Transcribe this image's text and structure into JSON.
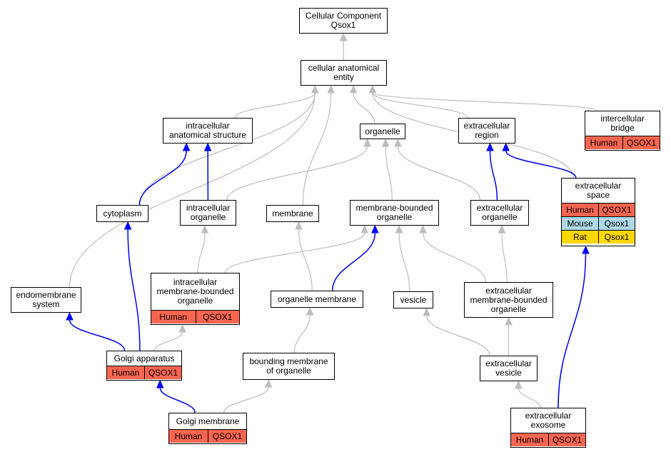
{
  "colors": {
    "human": "#f96550",
    "mouse": "#add8e6",
    "rat": "#ffd700",
    "direct_edge": "#0000ff",
    "indirect_edge": "#bdbdbd"
  },
  "nodes": [
    {
      "id": "root",
      "label": "Cellular Component\nQsox1",
      "species": []
    },
    {
      "id": "cae",
      "label": "cellular anatomical\nentity",
      "species": []
    },
    {
      "id": "ias",
      "label": "intracellular\nanatomical structure",
      "species": []
    },
    {
      "id": "organelle",
      "label": "organelle",
      "species": []
    },
    {
      "id": "exreg",
      "label": "extracellular\nregion",
      "species": []
    },
    {
      "id": "icbridge",
      "label": "intercellular\nbridge",
      "species": [
        {
          "org": "Human",
          "gene": "QSOX1"
        }
      ]
    },
    {
      "id": "cytoplasm",
      "label": "cytoplasm",
      "species": []
    },
    {
      "id": "icorg",
      "label": "intracellular\norganelle",
      "species": []
    },
    {
      "id": "membrane",
      "label": "membrane",
      "species": []
    },
    {
      "id": "mbo",
      "label": "membrane-bounded\norganelle",
      "species": []
    },
    {
      "id": "exorg",
      "label": "extracellular\norganelle",
      "species": []
    },
    {
      "id": "exspace",
      "label": "extracellular\nspace",
      "species": [
        {
          "org": "Human",
          "gene": "QSOX1"
        },
        {
          "org": "Mouse",
          "gene": "Qsox1"
        },
        {
          "org": "Rat",
          "gene": "Qsox1"
        }
      ]
    },
    {
      "id": "endo",
      "label": "endomembrane\nsystem",
      "species": []
    },
    {
      "id": "imbo",
      "label": "intracellular\nmembrane-bounded\norganelle",
      "species": [
        {
          "org": "Human",
          "gene": "QSOX1"
        }
      ]
    },
    {
      "id": "orgmem",
      "label": "organelle membrane",
      "species": []
    },
    {
      "id": "vesicle",
      "label": "vesicle",
      "species": []
    },
    {
      "id": "embo",
      "label": "extracellular\nmembrane-bounded\norganelle",
      "species": []
    },
    {
      "id": "golgi",
      "label": "Golgi apparatus",
      "species": [
        {
          "org": "Human",
          "gene": "QSOX1"
        }
      ]
    },
    {
      "id": "bmo",
      "label": "bounding membrane\nof organelle",
      "species": []
    },
    {
      "id": "exves",
      "label": "extracellular\nvesicle",
      "species": []
    },
    {
      "id": "golgimem",
      "label": "Golgi membrane",
      "species": [
        {
          "org": "Human",
          "gene": "QSOX1"
        }
      ]
    },
    {
      "id": "exosome",
      "label": "extracellular\nexosome",
      "species": [
        {
          "org": "Human",
          "gene": "QSOX1"
        }
      ]
    }
  ],
  "edges": [
    {
      "from": "cae",
      "to": "root",
      "kind": "indirect"
    },
    {
      "from": "ias",
      "to": "cae",
      "kind": "indirect"
    },
    {
      "from": "organelle",
      "to": "cae",
      "kind": "indirect"
    },
    {
      "from": "exreg",
      "to": "cae",
      "kind": "indirect"
    },
    {
      "from": "icbridge",
      "to": "cae",
      "kind": "indirect"
    },
    {
      "from": "cytoplasm",
      "to": "cae",
      "kind": "indirect"
    },
    {
      "from": "membrane",
      "to": "cae",
      "kind": "indirect"
    },
    {
      "from": "endo",
      "to": "cae",
      "kind": "indirect"
    },
    {
      "from": "exspace",
      "to": "cae",
      "kind": "indirect"
    },
    {
      "from": "cytoplasm",
      "to": "ias",
      "kind": "direct"
    },
    {
      "from": "icorg",
      "to": "ias",
      "kind": "direct"
    },
    {
      "from": "icorg",
      "to": "organelle",
      "kind": "indirect"
    },
    {
      "from": "mbo",
      "to": "organelle",
      "kind": "indirect"
    },
    {
      "from": "exorg",
      "to": "organelle",
      "kind": "indirect"
    },
    {
      "from": "exorg",
      "to": "exreg",
      "kind": "direct"
    },
    {
      "from": "exspace",
      "to": "exreg",
      "kind": "direct"
    },
    {
      "from": "imbo",
      "to": "icorg",
      "kind": "indirect"
    },
    {
      "from": "imbo",
      "to": "mbo",
      "kind": "indirect"
    },
    {
      "from": "orgmem",
      "to": "membrane",
      "kind": "indirect"
    },
    {
      "from": "orgmem",
      "to": "mbo",
      "kind": "direct"
    },
    {
      "from": "vesicle",
      "to": "mbo",
      "kind": "indirect"
    },
    {
      "from": "embo",
      "to": "mbo",
      "kind": "indirect"
    },
    {
      "from": "embo",
      "to": "exorg",
      "kind": "indirect"
    },
    {
      "from": "golgi",
      "to": "cytoplasm",
      "kind": "direct"
    },
    {
      "from": "golgi",
      "to": "endo",
      "kind": "direct"
    },
    {
      "from": "golgi",
      "to": "imbo",
      "kind": "indirect"
    },
    {
      "from": "bmo",
      "to": "orgmem",
      "kind": "indirect"
    },
    {
      "from": "exves",
      "to": "vesicle",
      "kind": "indirect"
    },
    {
      "from": "exves",
      "to": "embo",
      "kind": "indirect"
    },
    {
      "from": "golgimem",
      "to": "golgi",
      "kind": "direct"
    },
    {
      "from": "golgimem",
      "to": "bmo",
      "kind": "indirect"
    },
    {
      "from": "exosome",
      "to": "exves",
      "kind": "indirect"
    },
    {
      "from": "exosome",
      "to": "exspace",
      "kind": "direct"
    }
  ]
}
